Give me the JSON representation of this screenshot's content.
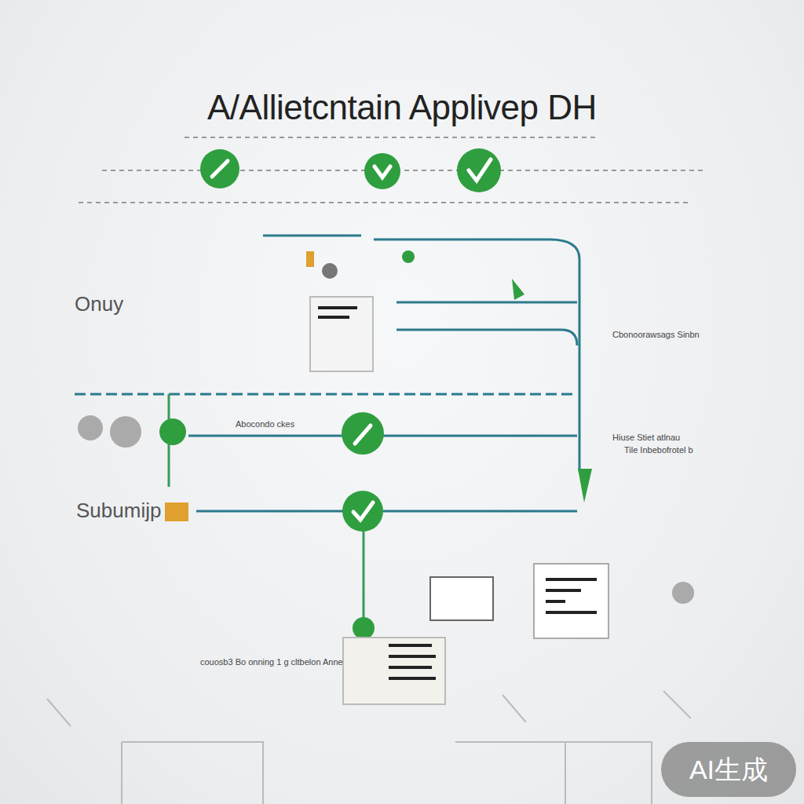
{
  "diagram": {
    "title": "A/Allietcntain Applivep DH",
    "labels": [
      "Onuy",
      "Cbonoorawsags Sinbn",
      "Abocondo ckes",
      "Hiuse Stiet atlnau",
      "Tile Inbebofrotel b",
      "Subumijp",
      "couosb3 Bo onning 1 g cltbelon Anne",
      "AI生成"
    ]
  }
}
